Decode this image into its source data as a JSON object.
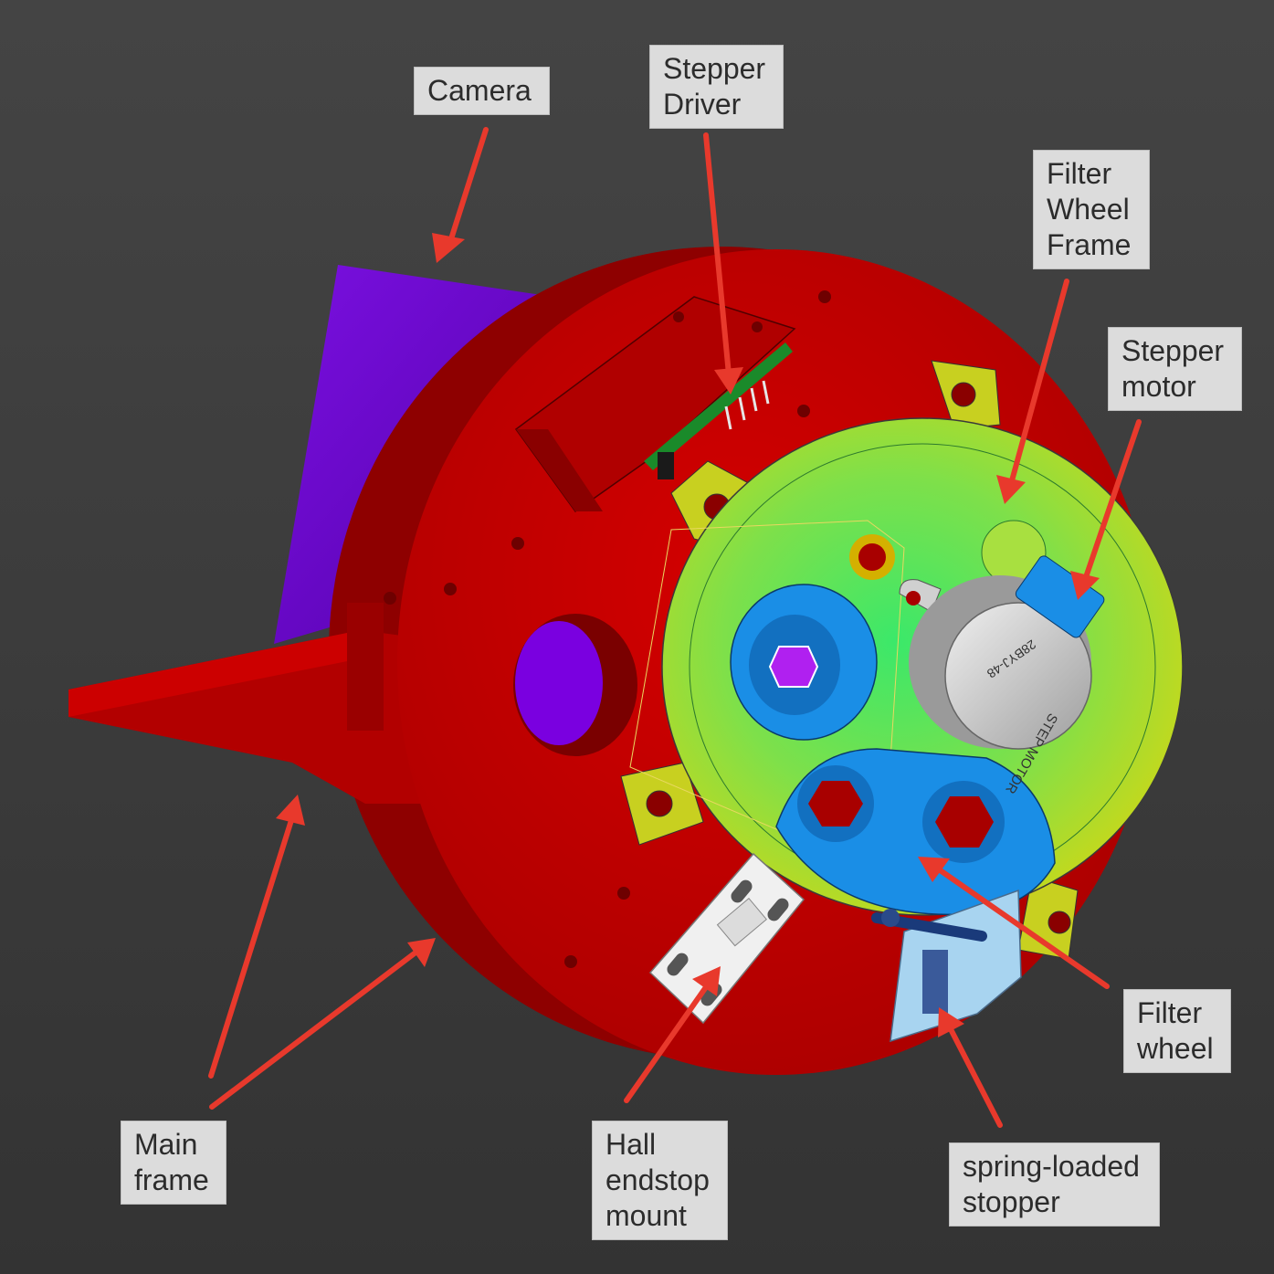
{
  "colors": {
    "background": "#3c3c3c",
    "main_frame": "#c70000",
    "camera": "#6a00cc",
    "filter_wheel_frame": "#9ad82a",
    "filter_wheel": "#1a8ee6",
    "stepper_motor": "#c9c9c9",
    "arrow": "#e8392c",
    "label_bg": "#dcdcdc"
  },
  "motor_text": {
    "line1": "28BYJ-48",
    "line2": "STEP MOTOR"
  },
  "labels": {
    "camera": [
      "Camera"
    ],
    "stepper_driver": [
      "Stepper",
      "Driver"
    ],
    "filter_wheel_frame": [
      "Filter",
      "Wheel",
      "Frame"
    ],
    "stepper_motor": [
      "Stepper",
      "motor"
    ],
    "filter_wheel": [
      "Filter",
      "wheel"
    ],
    "main_frame": [
      "Main",
      "frame"
    ],
    "hall_endstop_mount": [
      "Hall",
      "endstop",
      "mount"
    ],
    "spring_loaded_stopper": [
      "spring-loaded",
      "stopper"
    ]
  }
}
